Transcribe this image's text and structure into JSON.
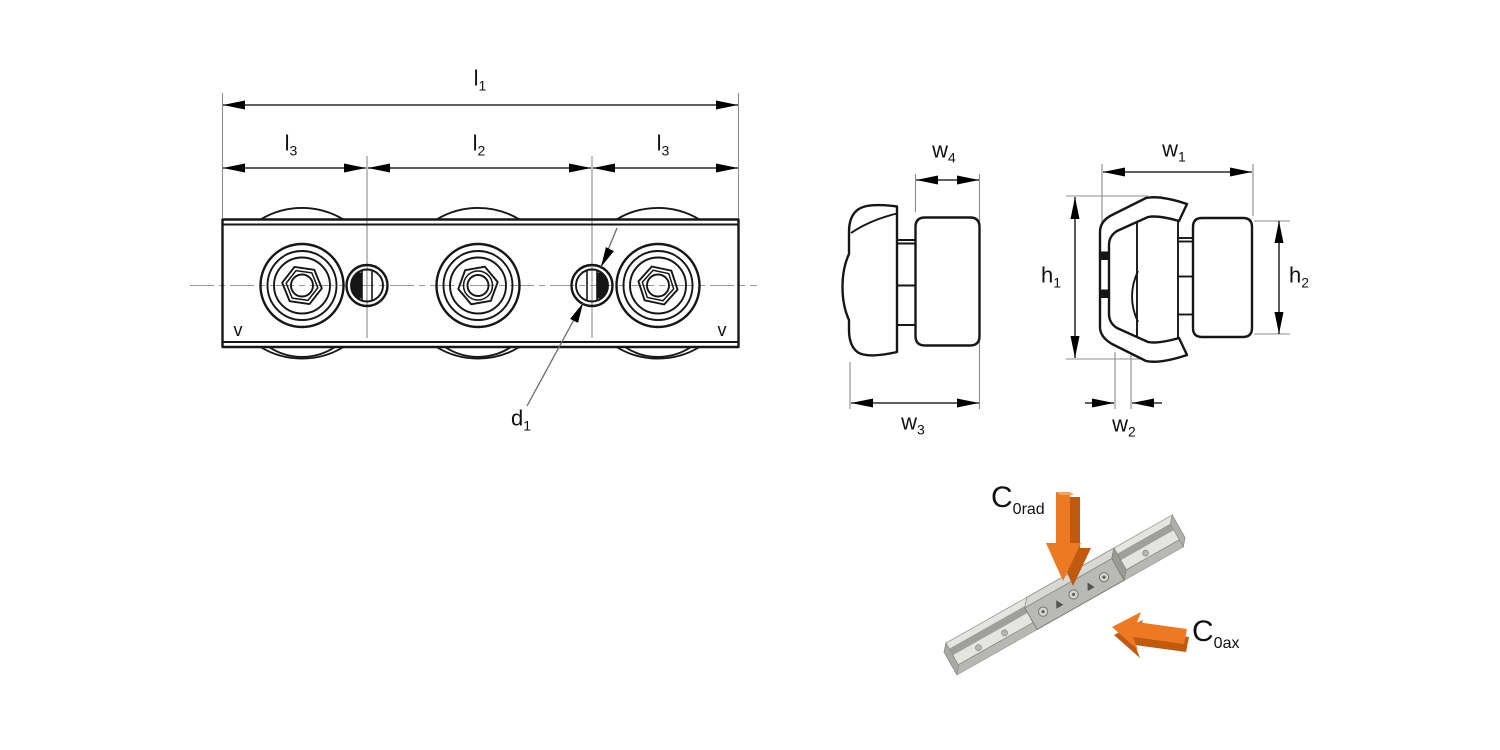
{
  "labels": {
    "l1": {
      "base": "l",
      "sub": "1"
    },
    "l3_left": {
      "base": "l",
      "sub": "3"
    },
    "l2": {
      "base": "l",
      "sub": "2"
    },
    "l3_right": {
      "base": "l",
      "sub": "3"
    },
    "d1": {
      "base": "d",
      "sub": "1"
    },
    "v_left": "v",
    "v_right": "v",
    "w4": {
      "base": "w",
      "sub": "4"
    },
    "w3": {
      "base": "w",
      "sub": "3"
    },
    "w1": {
      "base": "w",
      "sub": "1"
    },
    "w2": {
      "base": "w",
      "sub": "2"
    },
    "h1": {
      "base": "h",
      "sub": "1"
    },
    "h2": {
      "base": "h",
      "sub": "2"
    },
    "c0rad": {
      "base": "C",
      "sub": "0rad"
    },
    "c0ax": {
      "base": "C",
      "sub": "0ax"
    }
  },
  "colors": {
    "outline": "#161616",
    "dimension": "#000000",
    "extension": "#8c8c8c",
    "centerline": "#9a9a9a",
    "accent_orange": "#ED7A23",
    "accent_orange_dark": "#C05A0E",
    "accent_orange_light": "#F6A05C",
    "metal_light": "#E4E4E0",
    "metal_mid": "#C6C6C2",
    "metal_dark": "#95958F"
  }
}
